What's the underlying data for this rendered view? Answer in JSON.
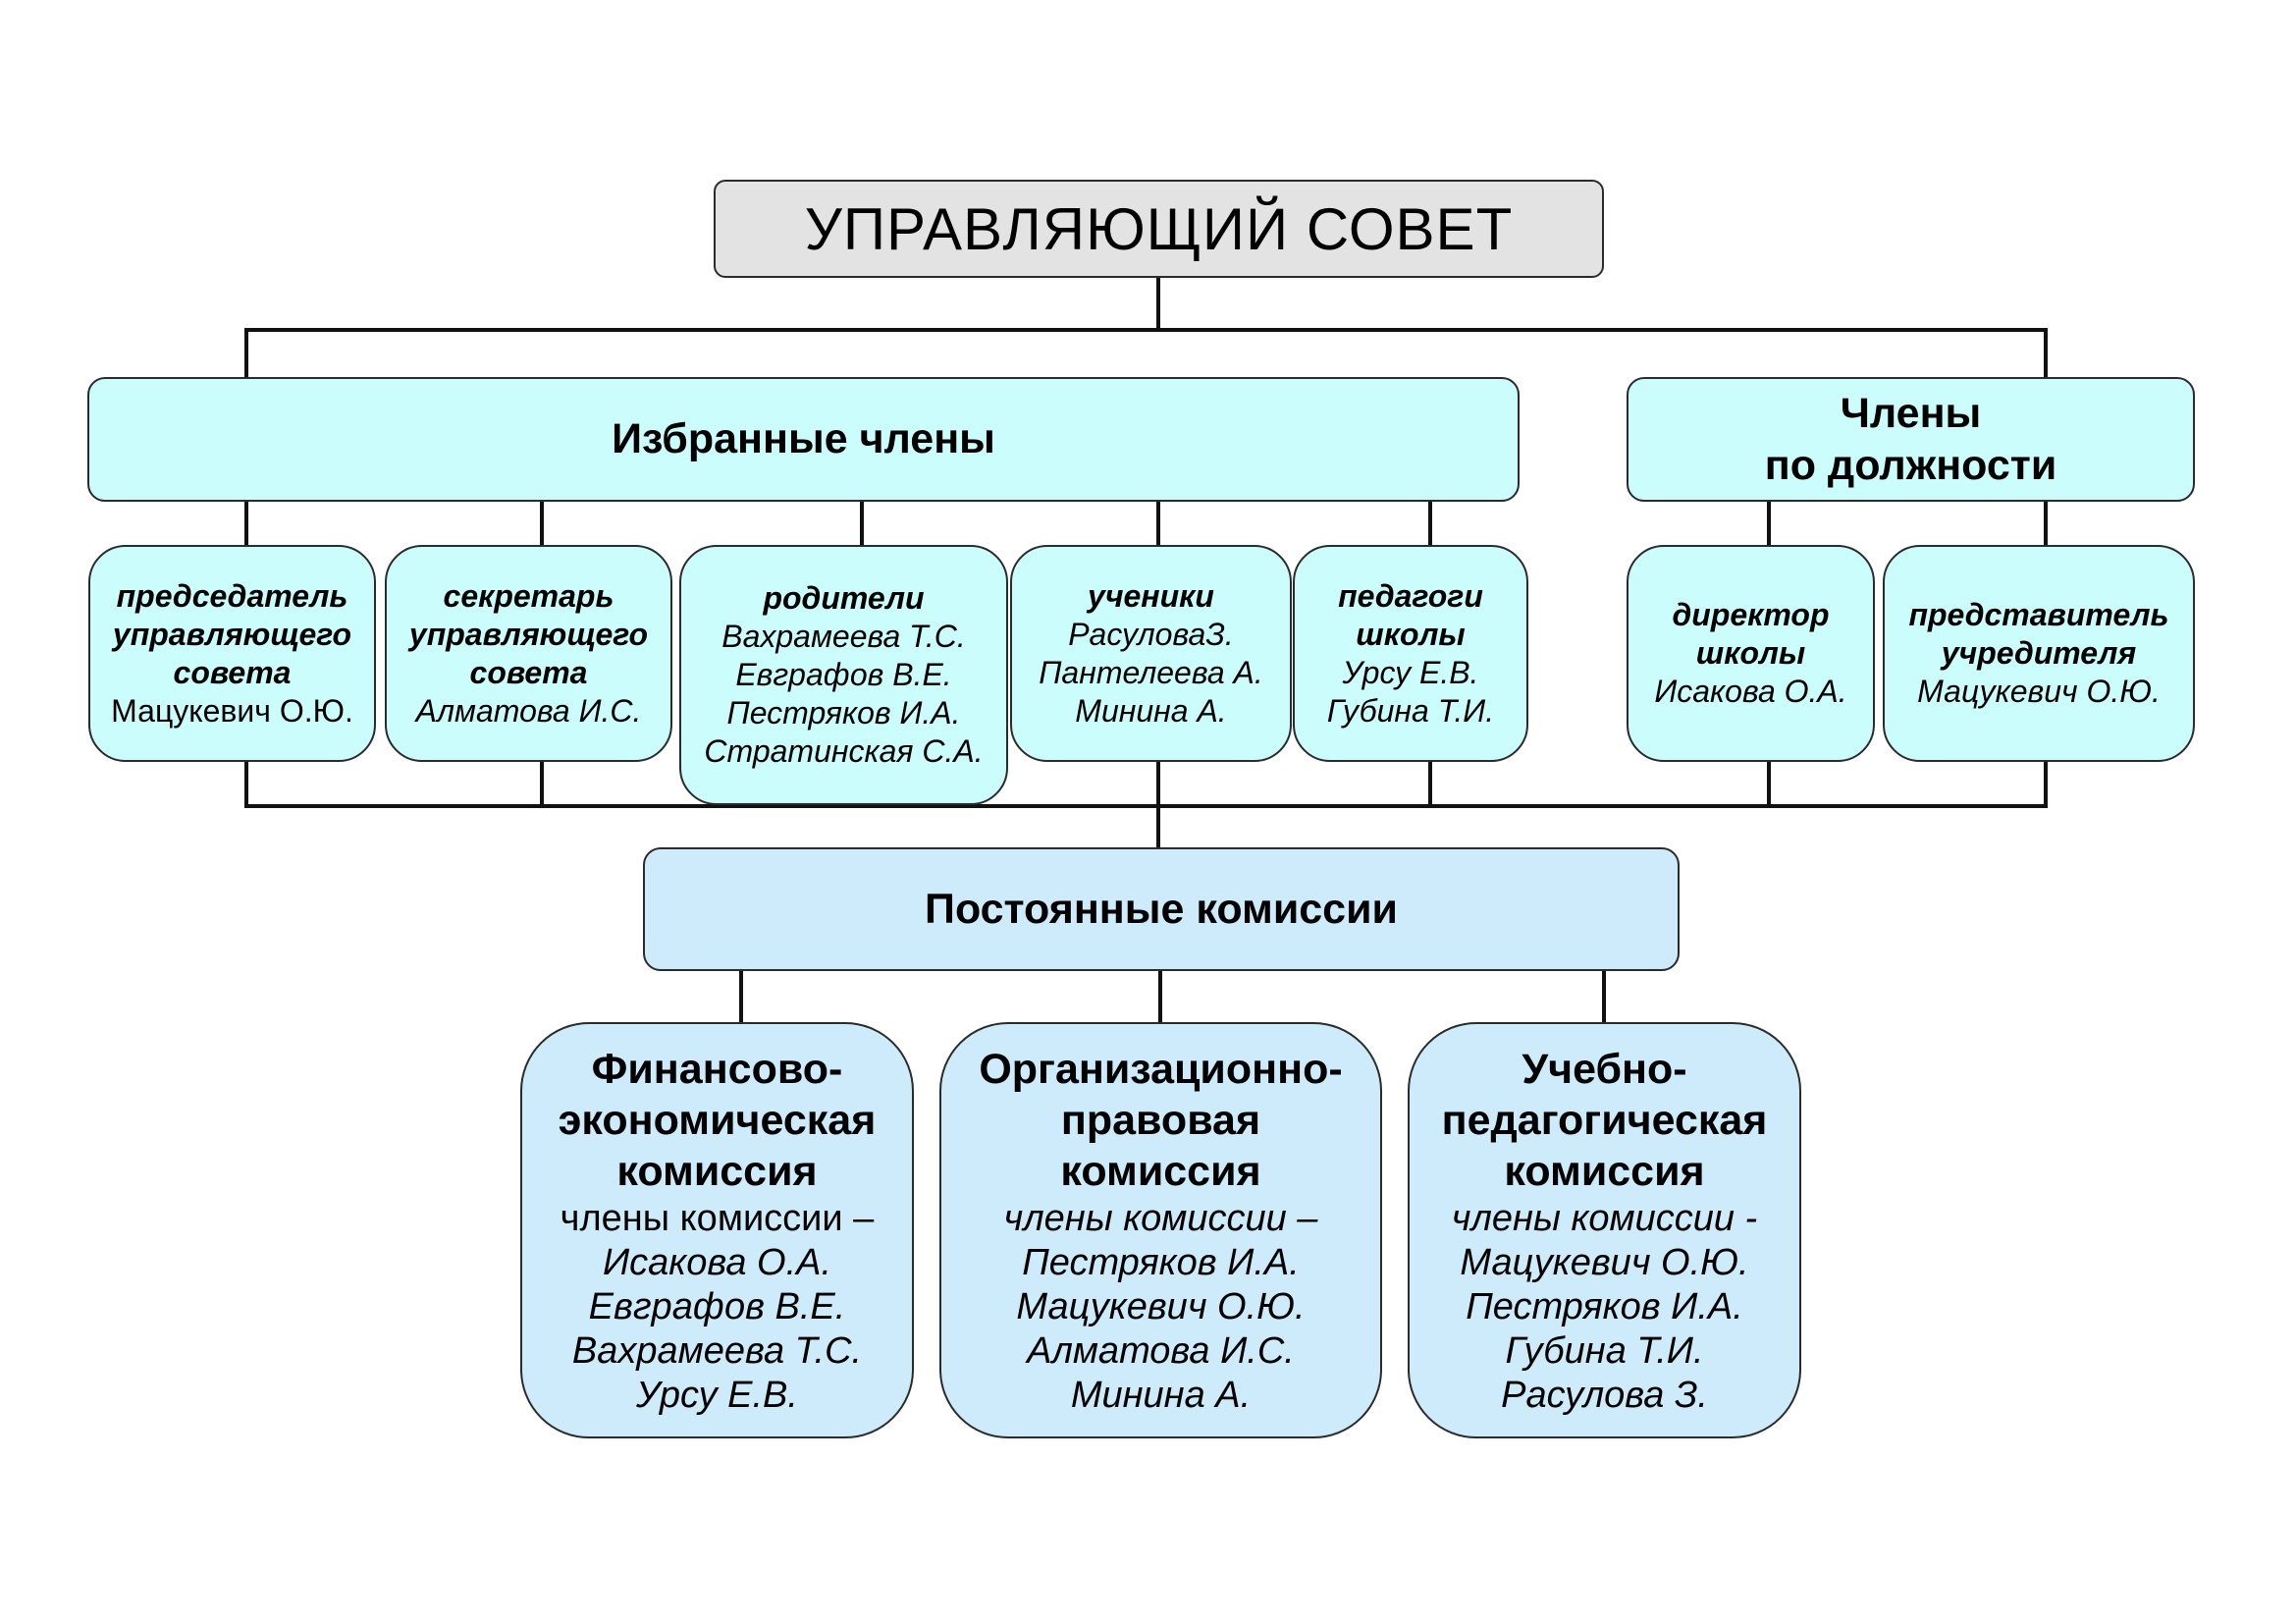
{
  "title": "УПРАВЛЯЮЩИЙ СОВЕТ",
  "elected": {
    "label": "Избранные члены",
    "members": [
      {
        "role": [
          "председатель",
          "управляющего",
          "совета"
        ],
        "people": [
          "Мацукевич О.Ю."
        ],
        "people_italic": false
      },
      {
        "role": [
          "секретарь",
          "управляющего",
          "совета"
        ],
        "people": [
          "Алматова И.С."
        ],
        "people_italic": true
      },
      {
        "role": [
          "родители"
        ],
        "people": [
          "Вахрамеева Т.С.",
          "Евграфов В.Е.",
          "Пестряков И.А.",
          "Стратинская С.А."
        ],
        "people_italic": true
      },
      {
        "role": [
          "ученики"
        ],
        "people": [
          "РасуловаЗ.",
          "Пантелеева А.",
          "Минина А."
        ],
        "people_italic": true
      },
      {
        "role": [
          "педагоги",
          "школы"
        ],
        "people": [
          "Урсу Е.В.",
          "Губина Т.И."
        ],
        "people_italic": true
      }
    ]
  },
  "ex_officio": {
    "label": [
      "Члены",
      "по должности"
    ],
    "members": [
      {
        "role": [
          "директор",
          "школы"
        ],
        "people": [
          "Исакова О.А."
        ],
        "people_italic": true
      },
      {
        "role": [
          "представитель",
          "учредителя"
        ],
        "people": [
          "Мацукевич О.Ю."
        ],
        "people_italic": true
      }
    ]
  },
  "standing": {
    "label": "Постоянные комиссии",
    "commissions": [
      {
        "title": [
          "Финансово-",
          "экономическая",
          "комиссия"
        ],
        "members_label": "члены комиссии –",
        "members_label_italic": false,
        "members": [
          "Исакова О.А.",
          "Евграфов В.Е.",
          "Вахрамеева Т.С.",
          "Урсу Е.В."
        ]
      },
      {
        "title": [
          "Организационно-",
          "правовая",
          "комиссия"
        ],
        "members_label": "члены комиссии –",
        "members_label_italic": true,
        "members": [
          "Пестряков И.А.",
          "Мацукевич О.Ю.",
          "Алматова И.С.",
          "Минина А."
        ]
      },
      {
        "title": [
          "Учебно-",
          "педагогическая",
          "комиссия"
        ],
        "members_label": "члены комиссии -",
        "members_label_italic": true,
        "members": [
          "Мацукевич О.Ю.",
          "Пестряков И.А.",
          "Губина Т.И.",
          "Расулова З."
        ]
      }
    ]
  },
  "colors": {
    "title_fill": "#e3e3e3",
    "member_fill": "#ccfdfd",
    "commission_fill": "#cdebfb",
    "stroke": "#2b2b2b"
  }
}
